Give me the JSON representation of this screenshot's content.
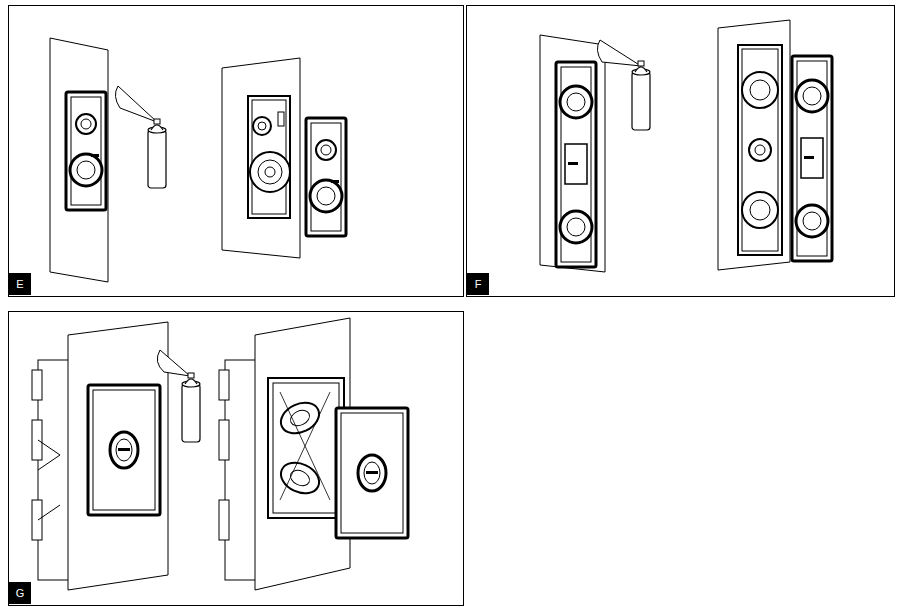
{
  "diagram": {
    "nodes": [
      {
        "text": [
          "E"
        ]
      },
      {
        "text": [
          "F"
        ]
      },
      {
        "text": [
          "G"
        ]
      }
    ]
  }
}
